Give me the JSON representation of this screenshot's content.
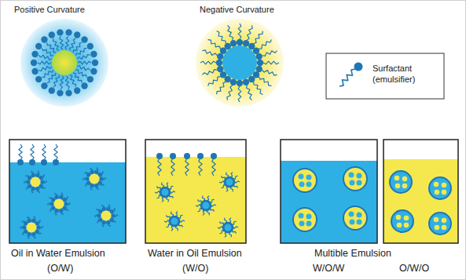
{
  "diagram": {
    "labels": [
      "Positive Curvature",
      "Negative Curvature",
      "Oil in Water Emulsion",
      "(O/W)",
      "Water in Oil Emulsion",
      "(W/O)",
      "Multible Emulsion",
      "W/O/W",
      "O/W/O"
    ],
    "legend": [
      {
        "text": "Surfactant (emulsifier)"
      }
    ]
  }
}
